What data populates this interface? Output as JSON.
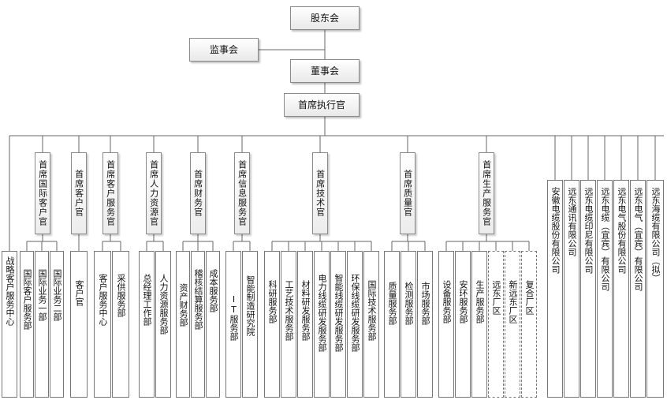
{
  "top": {
    "shareholders": "股东会",
    "supervisors": "监事会",
    "board": "董事会",
    "ceo": "首席执行官"
  },
  "officers": [
    {
      "key": "intl",
      "label": "首席国际客户官"
    },
    {
      "key": "customer",
      "label": "首席客户官"
    },
    {
      "key": "service",
      "label": "首席客户服务官"
    },
    {
      "key": "hr",
      "label": "首席人力资源官"
    },
    {
      "key": "finance",
      "label": "首席财务官"
    },
    {
      "key": "info",
      "label": "首席信息服务官"
    },
    {
      "key": "tech",
      "label": "首席技术官"
    },
    {
      "key": "quality",
      "label": "首席质量官"
    },
    {
      "key": "production",
      "label": "首席生产服务官"
    }
  ],
  "departments": [
    {
      "label": "战略客户服务中心",
      "group": "ceo"
    },
    {
      "label": "国际客户服务部",
      "group": "intl"
    },
    {
      "label": "国际业务一部",
      "group": "intl"
    },
    {
      "label": "国际业务二部",
      "group": "intl"
    },
    {
      "label": "客户官",
      "group": "customer"
    },
    {
      "label": "客户服务中心",
      "group": "service"
    },
    {
      "label": "采供服务部",
      "group": "service"
    },
    {
      "label": "总经理工作部",
      "group": "hr"
    },
    {
      "label": "人力资源服务部",
      "group": "hr"
    },
    {
      "label": "资产财务部",
      "group": "finance"
    },
    {
      "label": "稽核结算服务部",
      "group": "finance"
    },
    {
      "label": "成本服务部",
      "group": "finance"
    },
    {
      "label": "IT服务部",
      "group": "info"
    },
    {
      "label": "智能制造研究院",
      "group": "info"
    },
    {
      "label": "科研服务部",
      "group": "tech"
    },
    {
      "label": "工艺技术服务部",
      "group": "tech"
    },
    {
      "label": "材料研发服务部",
      "group": "tech"
    },
    {
      "label": "电力线缆研发服务部",
      "group": "tech"
    },
    {
      "label": "智能线缆研发服务部",
      "group": "tech"
    },
    {
      "label": "环保线缆研发服务部",
      "group": "tech"
    },
    {
      "label": "国际技术服务部",
      "group": "tech"
    },
    {
      "label": "质量服务部",
      "group": "quality"
    },
    {
      "label": "检测服务部",
      "group": "quality"
    },
    {
      "label": "市场服务部",
      "group": "quality"
    },
    {
      "label": "设备服务部",
      "group": "production"
    },
    {
      "label": "安环服务部",
      "group": "production"
    },
    {
      "label": "生产服务部",
      "group": "production"
    },
    {
      "label": "远东厂区",
      "group": "production",
      "dashed": true
    },
    {
      "label": "新远东厂区",
      "group": "production",
      "dashed": true
    },
    {
      "label": "复合厂区",
      "group": "production",
      "dashed": true
    }
  ],
  "companies": [
    {
      "label": "安徽电缆股份有限公司"
    },
    {
      "label": "远东通讯有限公司"
    },
    {
      "label": "远东电缆印尼有限公司"
    },
    {
      "label": "远东电缆（宜宾）有限公司"
    },
    {
      "label": "远东电气股份有限公司"
    },
    {
      "label": "远东电气（宜宾）有限公司"
    },
    {
      "label": "远东海缆有限公司（拟）"
    }
  ]
}
